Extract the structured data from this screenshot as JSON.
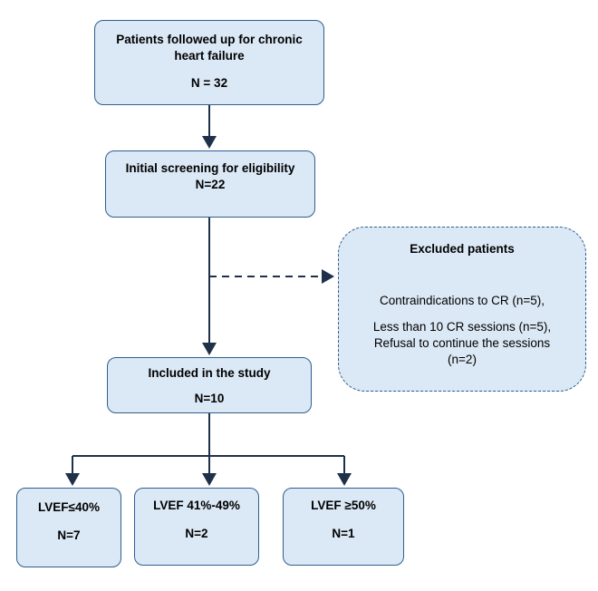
{
  "boxes": {
    "followed": {
      "line1": "Patients followed up for chronic",
      "line2": "heart failure",
      "count": "N = 32"
    },
    "screening": {
      "label": "Initial screening for eligibility",
      "count": "N=22"
    },
    "included": {
      "label": "Included in the study",
      "count": "N=10"
    },
    "excluded": {
      "title": "Excluded patients",
      "reason1": "Contraindications to CR (n=5),",
      "reason2": "Less than 10 CR sessions (n=5),",
      "reason3a": "Refusal to continue the sessions",
      "reason3b": "(n=2)"
    },
    "groups": [
      {
        "label": "LVEF≤40%",
        "count": "N=7"
      },
      {
        "label": "LVEF 41%-49%",
        "count": "N=2"
      },
      {
        "label": "LVEF ≥50%",
        "count": "N=1"
      }
    ]
  },
  "colors": {
    "box_fill": "#dbe8f5",
    "box_border": "#2f5f8f",
    "arrow": "#1f3149"
  }
}
